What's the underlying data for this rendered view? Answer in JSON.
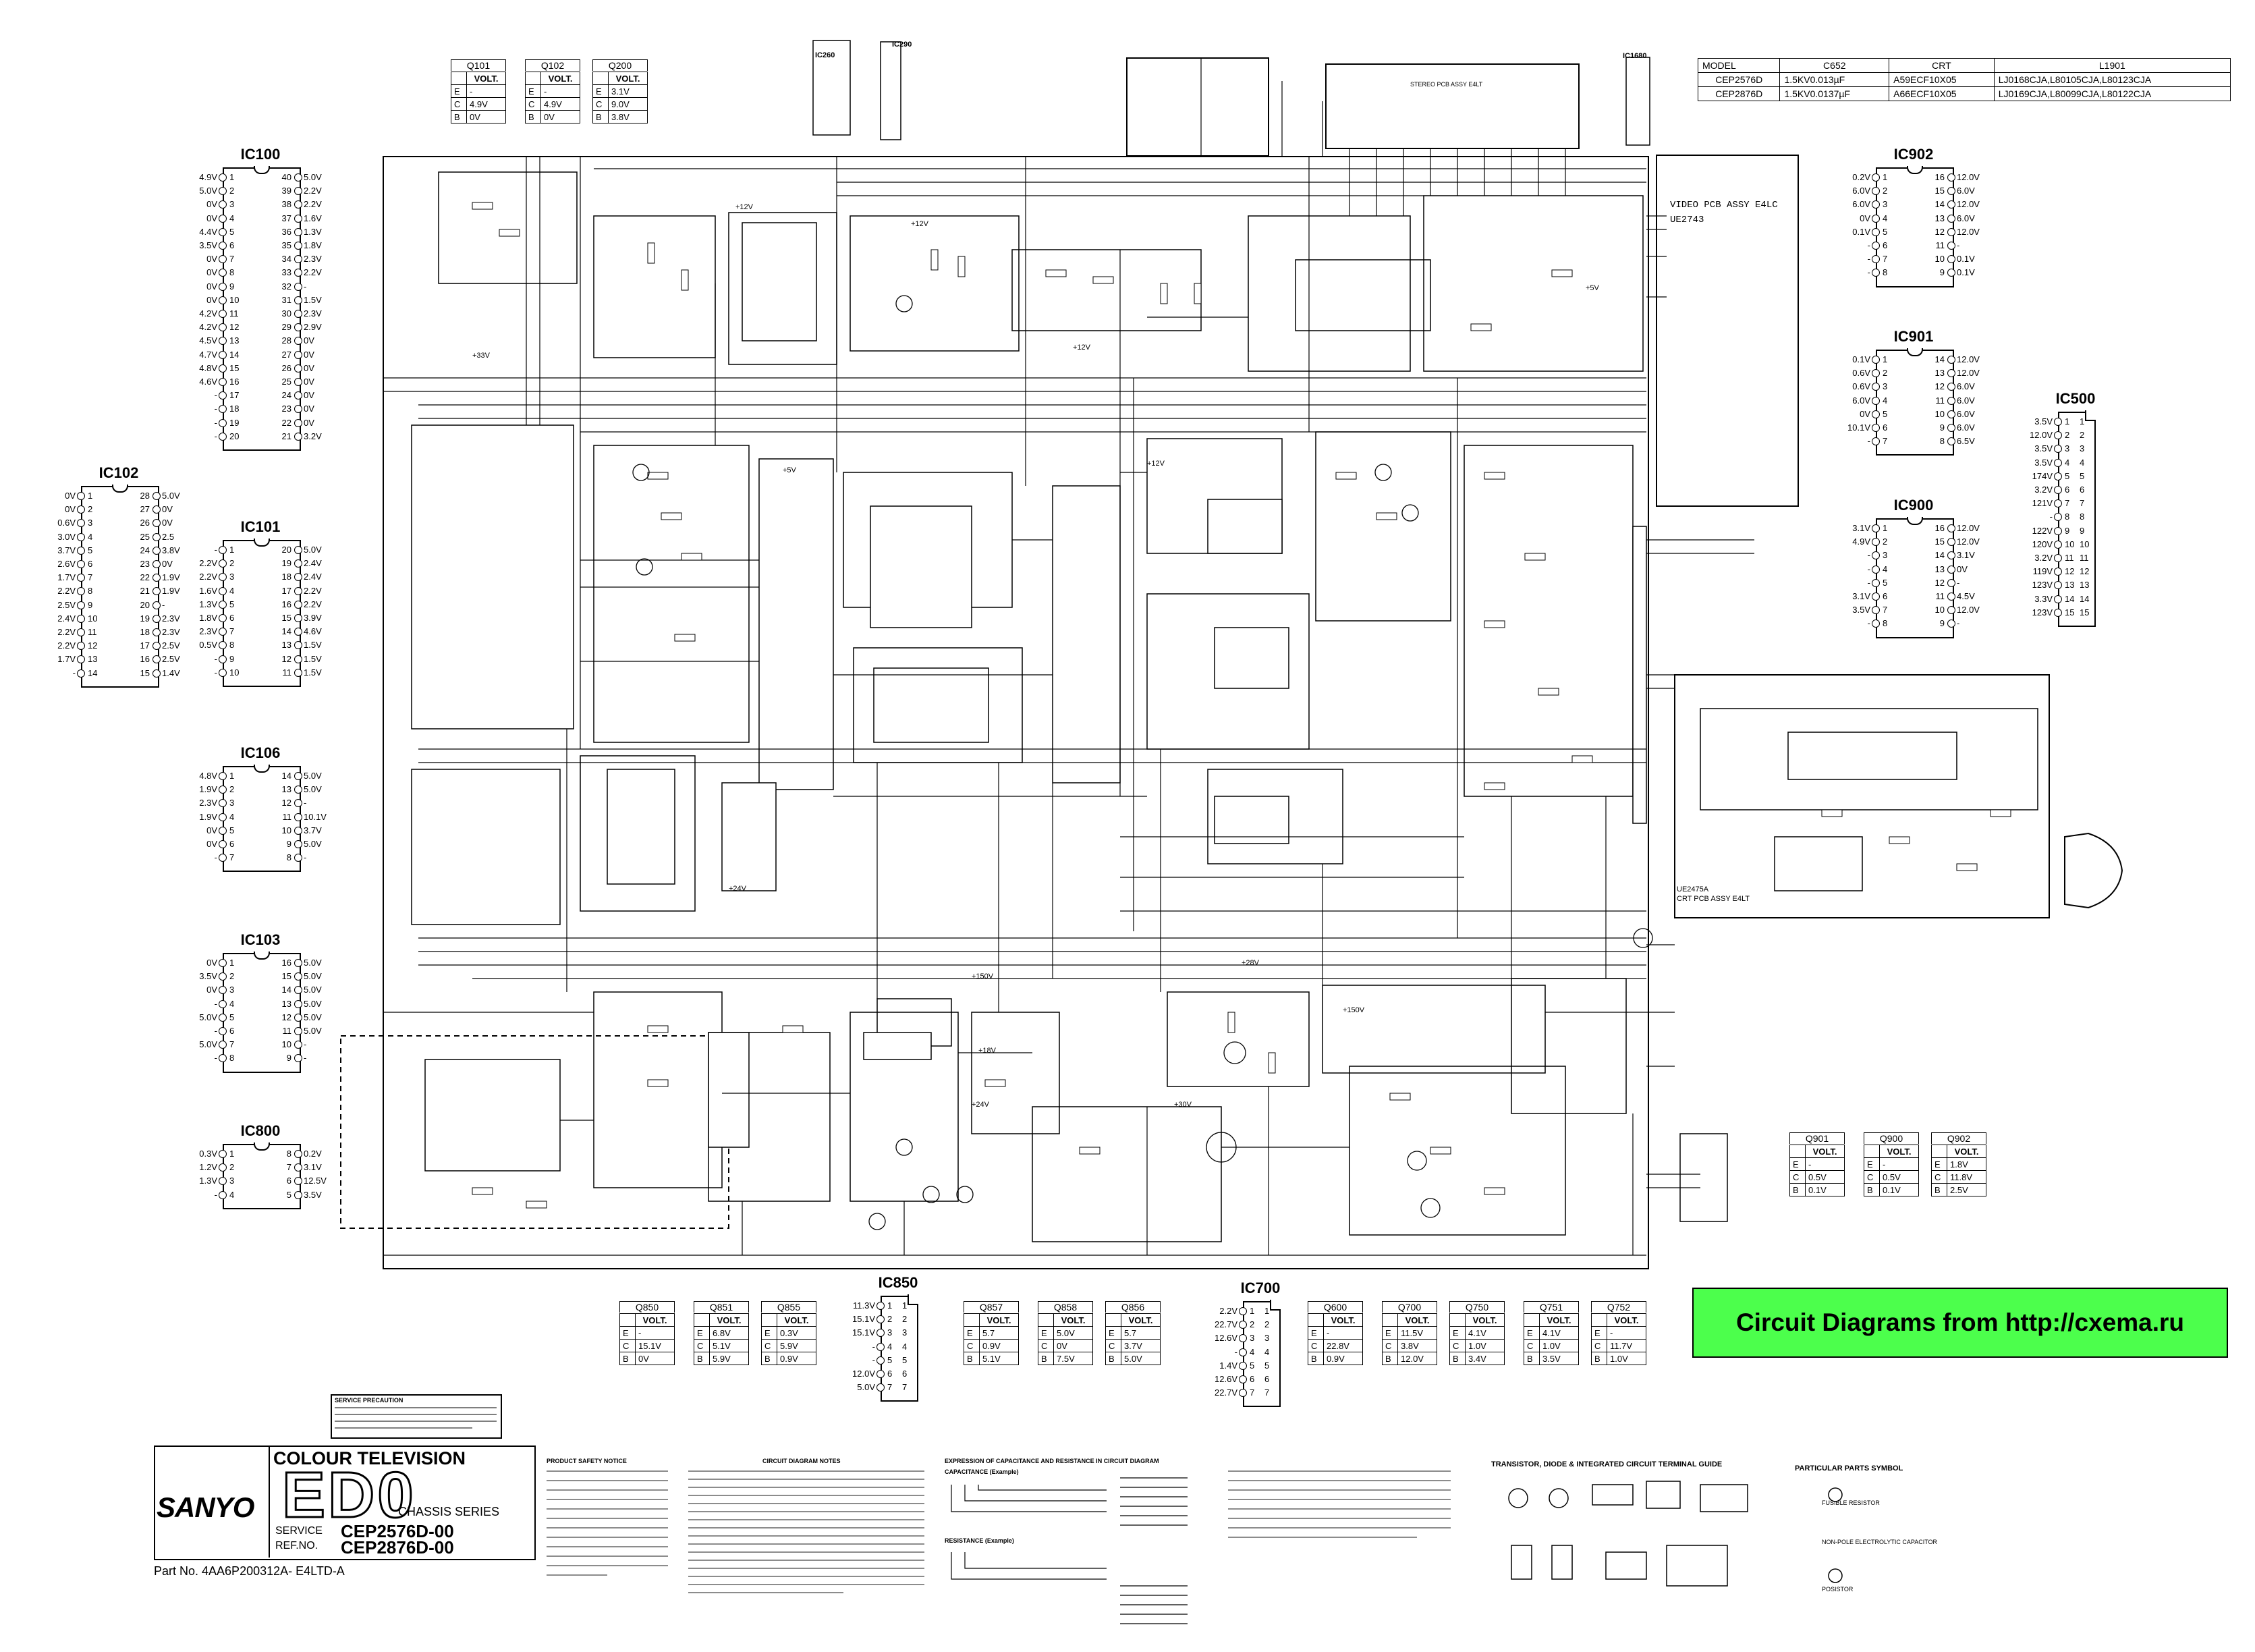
{
  "model_table": {
    "headers": [
      "MODEL",
      "C652",
      "CRT",
      "L1901"
    ],
    "rows": [
      [
        "CEP2576D",
        "1.5KV0.013µF",
        "A59ECF10X05",
        "LJ0168CJA,L80105CJA,L80123CJA"
      ],
      [
        "CEP2876D",
        "1.5KV0.0137µF",
        "A66ECF10X05",
        "LJ0169CJA,L80099CJA,L80122CJA"
      ]
    ]
  },
  "banner": "Circuit Diagrams from http://cxema.ru",
  "title_block": {
    "brand": "SANYO",
    "product": "COLOUR TELEVISION",
    "chassis_code": "ED0",
    "chassis_series": "CHASSIS SERIES",
    "service_label": "SERVICE",
    "refno_label": "REF.NO.",
    "service_model": "CEP2576D-00",
    "ref_model": "CEP2876D-00",
    "part_no": "Part No. 4AA6P200312A-  E4LTD-A"
  },
  "pcb_labels": {
    "video_pcb": "VIDEO PCB ASSY E4LC",
    "video_pcb_no": "UE2743",
    "crt_pcb": "UE2475A",
    "crt_pcb_name": "CRT PCB ASSY E4LT",
    "stereo_pcb": "STEREO PCB ASSY E4LT"
  },
  "notes": {
    "service_precaution": "SERVICE PRECAUTION",
    "product_safety": "PRODUCT SAFETY NOTICE",
    "circuit_notes": "CIRCUIT DIAGRAM NOTES",
    "expression": "EXPRESSION OF CAPACITANCE AND RESISTANCE IN CIRCUIT DIAGRAM",
    "capacitance": "CAPACITANCE (Example)",
    "resistance": "RESISTANCE (Example)",
    "terminal_guide": "TRANSISTOR, DIODE & INTEGRATED CIRCUIT TERMINAL GUIDE",
    "parts_symbol": "PARTICULAR PARTS SYMBOL",
    "fusible": "FUSIBLE RESISTOR",
    "nonpolar": "NON-POLE ELECTROLYTIC CAPACITOR",
    "posistor": "POSISTOR"
  },
  "transistors": [
    {
      "name": "Q101",
      "rows": [
        [
          "E",
          "-"
        ],
        [
          "C",
          "4.9V"
        ],
        [
          "B",
          "0V"
        ]
      ]
    },
    {
      "name": "Q102",
      "rows": [
        [
          "E",
          "-"
        ],
        [
          "C",
          "4.9V"
        ],
        [
          "B",
          "0V"
        ]
      ]
    },
    {
      "name": "Q200",
      "rows": [
        [
          "E",
          "3.1V"
        ],
        [
          "C",
          "9.0V"
        ],
        [
          "B",
          "3.8V"
        ]
      ]
    },
    {
      "name": "Q901",
      "rows": [
        [
          "E",
          "-"
        ],
        [
          "C",
          "0.5V"
        ],
        [
          "B",
          "0.1V"
        ]
      ]
    },
    {
      "name": "Q900",
      "rows": [
        [
          "E",
          "-"
        ],
        [
          "C",
          "0.5V"
        ],
        [
          "B",
          "0.1V"
        ]
      ]
    },
    {
      "name": "Q902",
      "rows": [
        [
          "E",
          "1.8V"
        ],
        [
          "C",
          "11.8V"
        ],
        [
          "B",
          "2.5V"
        ]
      ]
    },
    {
      "name": "Q850",
      "rows": [
        [
          "E",
          "-"
        ],
        [
          "C",
          "15.1V"
        ],
        [
          "B",
          "0V"
        ]
      ]
    },
    {
      "name": "Q851",
      "rows": [
        [
          "E",
          "6.8V"
        ],
        [
          "C",
          "5.1V"
        ],
        [
          "B",
          "5.9V"
        ]
      ]
    },
    {
      "name": "Q855",
      "rows": [
        [
          "E",
          "0.3V"
        ],
        [
          "C",
          "5.9V"
        ],
        [
          "B",
          "0.9V"
        ]
      ]
    },
    {
      "name": "Q857",
      "rows": [
        [
          "E",
          "5.7"
        ],
        [
          "C",
          "0.9V"
        ],
        [
          "B",
          "5.1V"
        ]
      ]
    },
    {
      "name": "Q858",
      "rows": [
        [
          "E",
          "5.0V"
        ],
        [
          "C",
          "0V"
        ],
        [
          "B",
          "7.5V"
        ]
      ]
    },
    {
      "name": "Q856",
      "rows": [
        [
          "E",
          "5.7"
        ],
        [
          "C",
          "3.7V"
        ],
        [
          "B",
          "5.0V"
        ]
      ]
    },
    {
      "name": "Q600",
      "rows": [
        [
          "E",
          "-"
        ],
        [
          "C",
          "22.8V"
        ],
        [
          "B",
          "0.9V"
        ]
      ]
    },
    {
      "name": "Q700",
      "rows": [
        [
          "E",
          "11.5V"
        ],
        [
          "C",
          "3.8V"
        ],
        [
          "B",
          "12.0V"
        ]
      ]
    },
    {
      "name": "Q750",
      "rows": [
        [
          "E",
          "4.1V"
        ],
        [
          "C",
          "1.0V"
        ],
        [
          "B",
          "3.4V"
        ]
      ]
    },
    {
      "name": "Q751",
      "rows": [
        [
          "E",
          "4.1V"
        ],
        [
          "C",
          "1.0V"
        ],
        [
          "B",
          "3.5V"
        ]
      ]
    },
    {
      "name": "Q752",
      "rows": [
        [
          "E",
          "-"
        ],
        [
          "C",
          "11.7V"
        ],
        [
          "B",
          "1.0V"
        ]
      ]
    }
  ],
  "volt_label": "VOLT.",
  "ics": {
    "IC100": {
      "left": [
        "4.9V",
        "5.0V",
        "0V",
        "0V",
        "4.4V",
        "3.5V",
        "0V",
        "0V",
        "0V",
        "0V",
        "4.2V",
        "4.2V",
        "4.5V",
        "4.7V",
        "4.8V",
        "4.6V",
        "-",
        "-",
        "-",
        "-"
      ],
      "right": [
        "5.0V",
        "2.2V",
        "2.2V",
        "1.6V",
        "1.3V",
        "1.8V",
        "2.3V",
        "2.2V",
        "-",
        "1.5V",
        "2.3V",
        "2.9V",
        "0V",
        "0V",
        "0V",
        "0V",
        "0V",
        "0V",
        "0V",
        "3.2V"
      ]
    },
    "IC102": {
      "left": [
        "0V",
        "0V",
        "0.6V",
        "3.0V",
        "3.7V",
        "2.6V",
        "1.7V",
        "2.2V",
        "2.5V",
        "2.4V",
        "2.2V",
        "2.2V",
        "1.7V",
        "-"
      ],
      "right": [
        "5.0V",
        "0V",
        "0V",
        "2.5",
        "3.8V",
        "0V",
        "1.9V",
        "1.9V",
        "-",
        "2.3V",
        "2.3V",
        "2.5V",
        "2.5V",
        "1.4V"
      ]
    },
    "IC101": {
      "left": [
        "-",
        "2.2V",
        "2.2V",
        "1.6V",
        "1.3V",
        "1.8V",
        "2.3V",
        "0.5V",
        "-",
        "-"
      ],
      "right": [
        "5.0V",
        "2.4V",
        "2.4V",
        "2.2V",
        "2.2V",
        "3.9V",
        "4.6V",
        "1.5V",
        "1.5V",
        "1.5V"
      ]
    },
    "IC106": {
      "left": [
        "4.8V",
        "1.9V",
        "2.3V",
        "1.9V",
        "0V",
        "0V",
        "-"
      ],
      "right": [
        "5.0V",
        "5.0V",
        "-",
        "10.1V",
        "3.7V",
        "5.0V",
        "-"
      ]
    },
    "IC103": {
      "left": [
        "0V",
        "3.5V",
        "0V",
        "-",
        "5.0V",
        "-",
        "5.0V",
        "-"
      ],
      "right": [
        "5.0V",
        "5.0V",
        "5.0V",
        "5.0V",
        "5.0V",
        "5.0V",
        "-",
        "-"
      ]
    },
    "IC800": {
      "left": [
        "0.3V",
        "1.2V",
        "1.3V",
        "-"
      ],
      "right": [
        "0.2V",
        "3.1V",
        "12.5V",
        "3.5V"
      ]
    },
    "IC902": {
      "left": [
        "0.2V",
        "6.0V",
        "6.0V",
        "0V",
        "0.1V",
        "-",
        "-",
        "-"
      ],
      "right": [
        "12.0V",
        "6.0V",
        "12.0V",
        "6.0V",
        "12.0V",
        "-",
        "0.1V",
        "0.1V"
      ]
    },
    "IC901": {
      "left": [
        "0.1V",
        "0.6V",
        "0.6V",
        "6.0V",
        "0V",
        "10.1V",
        "-"
      ],
      "right": [
        "12.0V",
        "12.0V",
        "6.0V",
        "6.0V",
        "6.0V",
        "6.0V",
        "6.5V"
      ]
    },
    "IC900": {
      "left": [
        "3.1V",
        "4.9V",
        "-",
        "-",
        "-",
        "3.1V",
        "3.5V",
        "-"
      ],
      "right": [
        "12.0V",
        "12.0V",
        "3.1V",
        "0V",
        "-",
        "4.5V",
        "12.0V",
        "-"
      ]
    },
    "IC500": {
      "left": [
        "3.5V",
        "12.0V",
        "3.5V",
        "3.5V",
        "174V",
        "3.2V",
        "121V",
        "-",
        "122V",
        "120V",
        "3.2V",
        "119V",
        "123V",
        "3.3V",
        "123V"
      ],
      "right": []
    },
    "IC850": {
      "left": [
        "11.3V",
        "15.1V",
        "15.1V",
        "-",
        "-",
        "12.0V",
        "5.0V"
      ],
      "right": []
    },
    "IC700": {
      "left": [
        "2.2V",
        "22.7V",
        "12.6V",
        "-",
        "1.4V",
        "12.6V",
        "22.7V"
      ],
      "right": []
    }
  },
  "misc_labels": {
    "ic260": "IC260",
    "ic290": "IC290",
    "ic1680": "IC1680",
    "rail_12v": "+12V",
    "rail_5v": "+5V",
    "rail_24v": "+24V",
    "rail_33v": "+33V",
    "rail_150v": "+150V",
    "rail_28v": "+28V",
    "rail_18v": "+18V"
  }
}
